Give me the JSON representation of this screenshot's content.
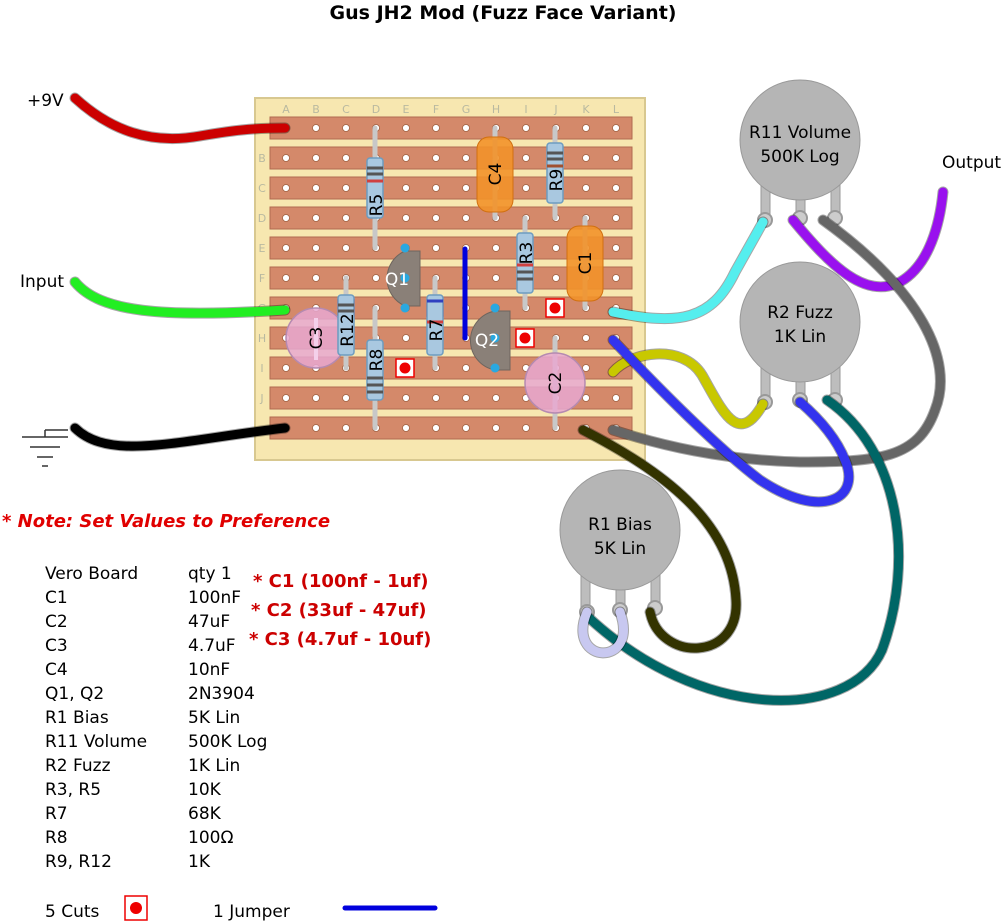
{
  "title": "Gus JH2 Mod (Fuzz Face Variant)",
  "wire_labels": {
    "power": "+9V",
    "input": "Input",
    "output": "Output"
  },
  "board": {
    "columns": [
      "A",
      "B",
      "C",
      "D",
      "E",
      "F",
      "G",
      "H",
      "I",
      "J",
      "K",
      "L"
    ],
    "rows": [
      "B",
      "C",
      "D",
      "E",
      "F",
      "G",
      "H",
      "I",
      "J"
    ],
    "strip_count": 11
  },
  "components": {
    "r5": "R5",
    "r9": "R9",
    "r3": "R3",
    "r12": "R12",
    "r7": "R7",
    "r8": "R8",
    "c1": "C1",
    "c2": "C2",
    "c3": "C3",
    "c4": "C4",
    "q1": "Q1",
    "q2": "Q2"
  },
  "pots": {
    "r11": {
      "name": "R11 Volume",
      "value": "500K Log"
    },
    "r2": {
      "name": "R2 Fuzz",
      "value": "1K Lin"
    },
    "r1": {
      "name": "R1 Bias",
      "value": "5K Lin"
    }
  },
  "note": "* Note: Set Values to Preference",
  "value_notes": [
    "* C1 (100nf - 1uf)",
    "* C2 (33uf - 47uf)",
    "* C3 (4.7uf - 10uf)"
  ],
  "parts_list": [
    {
      "part": "Vero Board",
      "value": "qty 1"
    },
    {
      "part": "C1",
      "value": "100nF"
    },
    {
      "part": "C2",
      "value": "47uF"
    },
    {
      "part": "C3",
      "value": "4.7uF"
    },
    {
      "part": "C4",
      "value": "10nF"
    },
    {
      "part": "Q1, Q2",
      "value": "2N3904"
    },
    {
      "part": "R1 Bias",
      "value": "5K Lin"
    },
    {
      "part": "R11 Volume",
      "value": "500K Log"
    },
    {
      "part": "R2 Fuzz",
      "value": "1K Lin"
    },
    {
      "part": "R3, R5",
      "value": "10K"
    },
    {
      "part": "R7",
      "value": "68K"
    },
    {
      "part": "R8",
      "value": "100Ω"
    },
    {
      "part": "R9, R12",
      "value": "1K"
    }
  ],
  "legend": {
    "cuts": "5 Cuts",
    "jumper": "1 Jumper"
  },
  "colors": {
    "strip": "#d4896a",
    "board": "#f7e7b0",
    "cut": "#e00000",
    "jumper": "#0000dd"
  }
}
